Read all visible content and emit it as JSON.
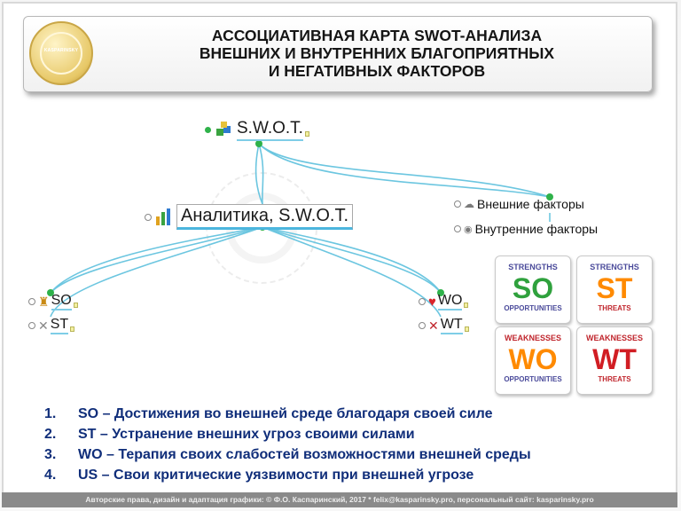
{
  "header": {
    "logo_text": "KASPARINSKY",
    "title_lines": [
      "АССОЦИАТИВНАЯ КАРТА SWOT-АНАЛИЗА",
      "ВНЕШНИХ И ВНУТРЕННИХ БЛАГОПРИЯТНЫХ",
      "И НЕГАТИВНЫХ ФАКТОРОВ"
    ]
  },
  "mindmap": {
    "root": "S.W.O.T.",
    "central": "Аналитика, S.W.O.T.",
    "external": "Внешние факторы",
    "internal": "Внутренние факторы",
    "so": "SO",
    "st": "ST",
    "wo": "WO",
    "wt": "WT"
  },
  "matrix": {
    "so": {
      "top": "STRENGTHS",
      "big": "SO",
      "bottom": "OPPORTUNITIES",
      "top_color": "#4a4a9a",
      "big_color": "#2fa13d",
      "bottom_color": "#4a4a9a"
    },
    "st": {
      "top": "STRENGTHS",
      "big": "ST",
      "bottom": "THREATS",
      "top_color": "#4a4a9a",
      "big_color": "#ff8a00",
      "bottom_color": "#c0262d"
    },
    "wo": {
      "top": "WEAKNESSES",
      "big": "WO",
      "bottom": "OPPORTUNITIES",
      "top_color": "#c0262d",
      "big_color": "#ff8a00",
      "bottom_color": "#4a4a9a"
    },
    "wt": {
      "top": "WEAKNESSES",
      "big": "WT",
      "bottom": "THREATS",
      "top_color": "#c0262d",
      "big_color": "#d11d23",
      "bottom_color": "#c0262d"
    }
  },
  "list": [
    {
      "num": "1.",
      "text": "SO – Достижения во внешней среде благодаря своей силе"
    },
    {
      "num": "2.",
      "text": "ST – Устранение внешних угроз своими силами"
    },
    {
      "num": "3.",
      "text": "WO – Терапия своих слабостей возможностями внешней среды"
    },
    {
      "num": "4.",
      "text": "US –  Свои критические уязвимости при внешней угрозе"
    }
  ],
  "footer": "Авторские права, дизайн и адаптация графики: © Ф.О. Каспаринский, 2017 * felix@kasparinsky.pro, персональный сайт: kasparinsky.pro",
  "colors": {
    "list_text": "#102e7a",
    "link_line": "#6cc6e0",
    "node_dot": "#2fb24a"
  }
}
